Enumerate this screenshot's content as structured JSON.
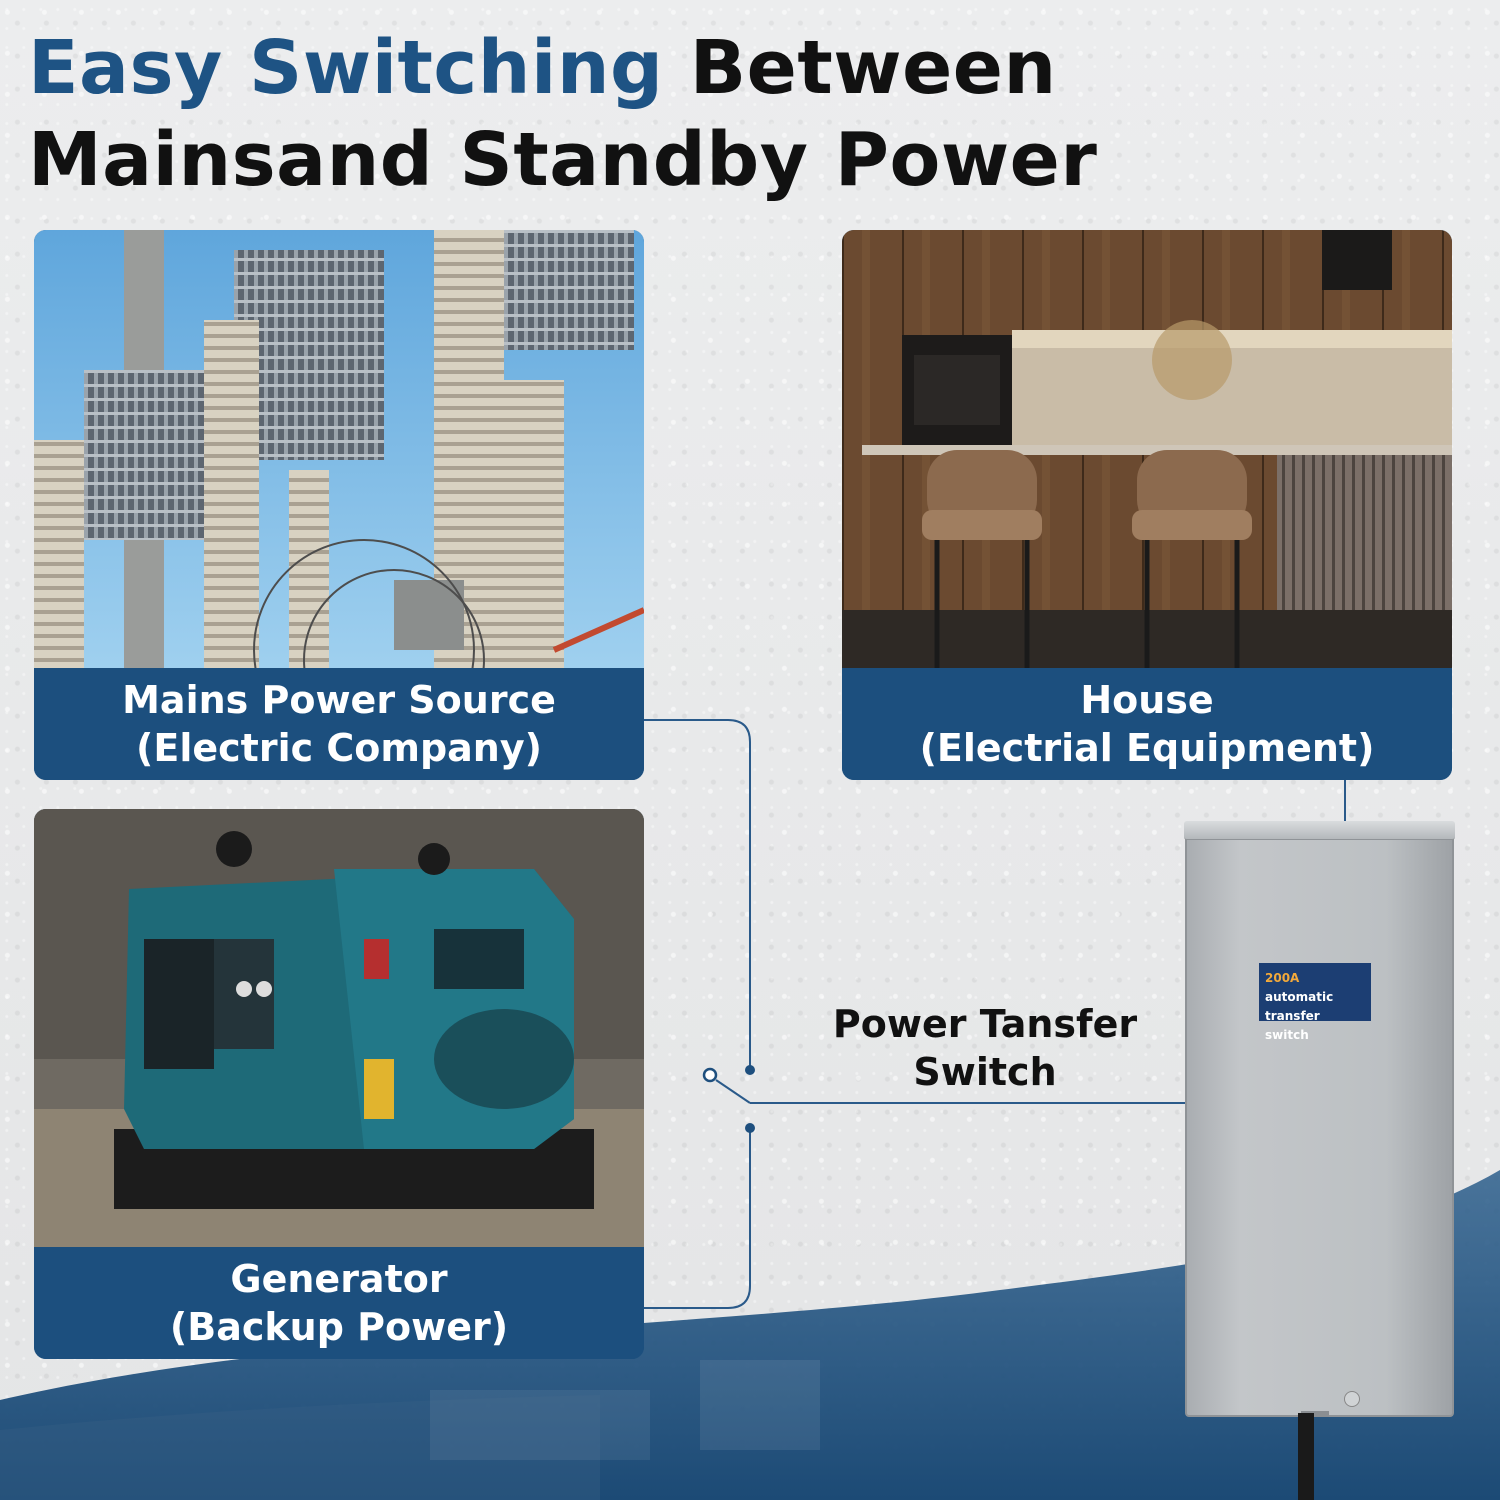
{
  "title": {
    "accent": "Easy Switching",
    "rest": " Between Mainsand Standby Power"
  },
  "cards": {
    "mains": {
      "line1": "Mains Power Source",
      "line2": "(Electric Company)"
    },
    "house": {
      "line1": "House",
      "line2": "(Electrial Equipment)"
    },
    "generator": {
      "line1": "Generator",
      "line2": "(Backup Power)"
    }
  },
  "switch_label": {
    "line1": "Power Tansfer",
    "line2": "Switch"
  },
  "ats_plate": {
    "amps": "200A",
    "line1": "automatic",
    "line2": "transfer switch"
  },
  "colors": {
    "brand_blue": "#1c4f7e",
    "title_blue": "#1e5384",
    "plate_blue": "#1c3e73",
    "plate_orange": "#f3a93a",
    "wire": "#2a5a8a"
  },
  "icons": [
    "substation-photo",
    "kitchen-photo",
    "generator-photo",
    "transfer-switch-box",
    "switch-contact-icon"
  ]
}
